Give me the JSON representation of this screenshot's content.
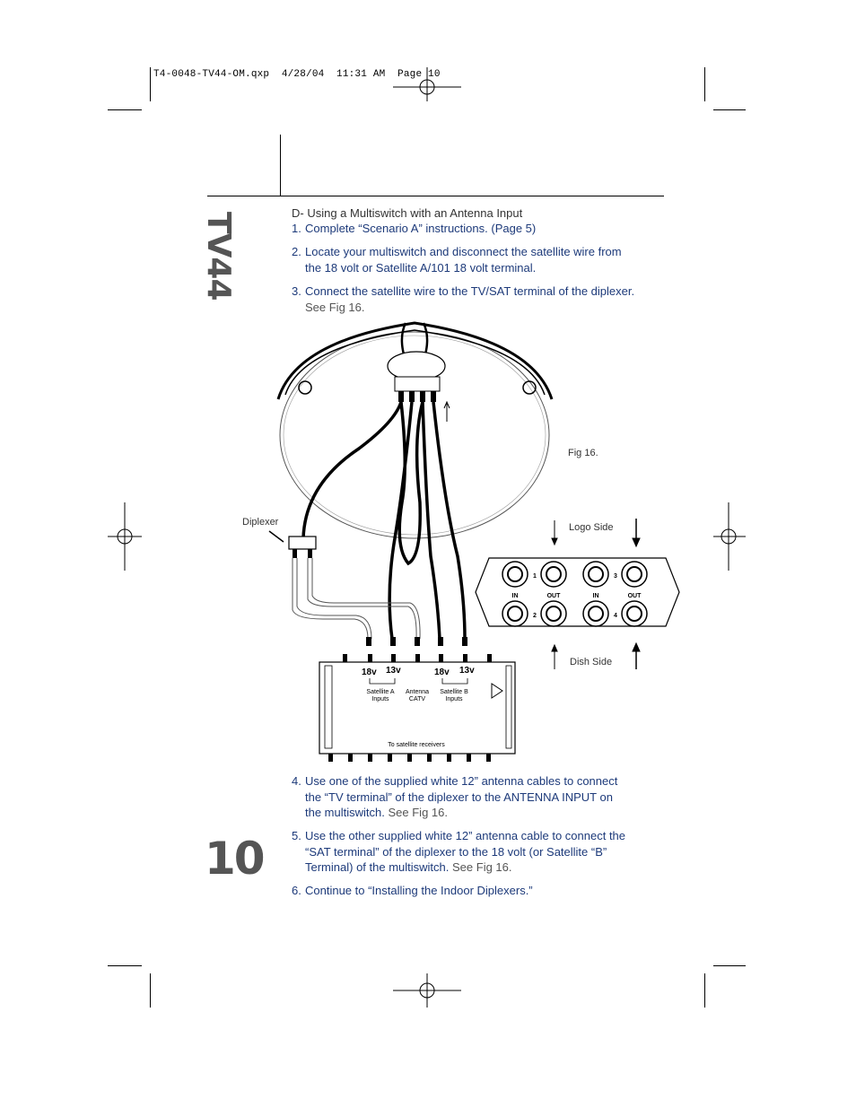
{
  "slug": "T4-0048-TV44-OM.qxp  4/28/04  11:31 AM  Page 10",
  "brand": "TV44",
  "section_title": "D- Using a Multiswitch with an Antenna Input",
  "steps": [
    {
      "num": "1.",
      "text": "Complete “Scenario A” instructions. (Page 5)",
      "ref": ""
    },
    {
      "num": "2.",
      "text": "Locate your multiswitch and disconnect the satellite wire from",
      "text2": "the 18 volt or Satellite A/101 18 volt terminal.",
      "ref": ""
    },
    {
      "num": "3.",
      "text": "Connect the satellite wire to the TV/SAT terminal of the diplexer.",
      "ref": "See Fig 16."
    },
    {
      "num": "4.",
      "text": "Use one of the supplied white 12” antenna cables to connect",
      "text2": "the “TV terminal” of the diplexer to the ANTENNA INPUT on",
      "text3": "the multiswitch.",
      "ref": "See Fig 16."
    },
    {
      "num": "5.",
      "text": "Use the other supplied white 12” antenna cable to connect the",
      "text2": "“SAT terminal” of the diplexer to the 18 volt (or Satellite “B”",
      "text3": "Terminal) of the multiswitch.",
      "ref": "See Fig 16."
    },
    {
      "num": "6.",
      "text": "Continue to “Installing the Indoor Diplexers.”",
      "ref": ""
    }
  ],
  "figure": {
    "caption": "Fig 16.",
    "diplexer_label": "Diplexer",
    "logo_side": "Logo Side",
    "dish_side": "Dish Side",
    "switch_labels": {
      "in1": "IN",
      "out1": "OUT",
      "in2": "IN",
      "out2": "OUT",
      "n1": "1",
      "n2": "2",
      "n3": "3",
      "n4": "4"
    },
    "multiswitch": {
      "v18a": "18v",
      "v13a": "13v",
      "v18b": "18v",
      "v13b": "13v",
      "sat_a": "Satellite A",
      "sat_a2": "Inputs",
      "antenna": "Antenna",
      "antenna2": "CATV",
      "sat_b": "Satellite B",
      "sat_b2": "Inputs",
      "receivers": "To satellite receivers"
    }
  },
  "page_number": "10"
}
